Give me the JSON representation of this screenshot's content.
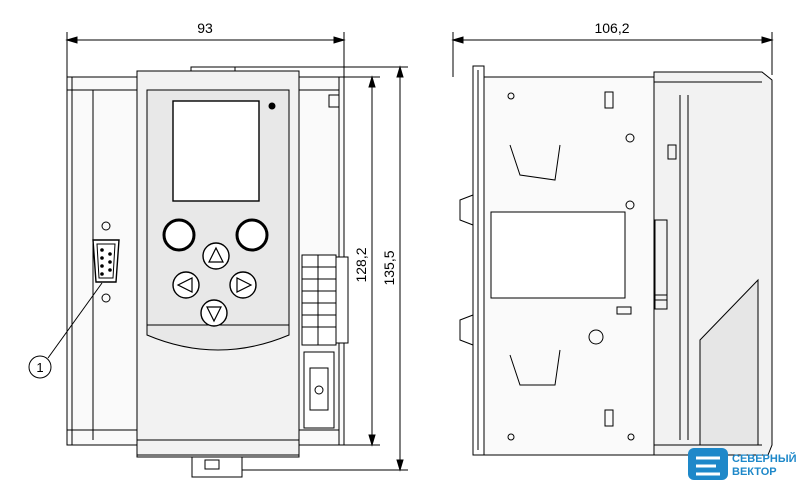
{
  "dimensions": {
    "width_front": "93",
    "width_side": "106,2",
    "height_inner": "128,2",
    "height_outer": "135,5"
  },
  "callouts": [
    {
      "label": "1"
    }
  ],
  "logo": {
    "line1": "СЕВЕРНЫЙ",
    "line2": "ВЕКТОР",
    "color": "#1e88c9"
  },
  "colors": {
    "line": "#000000",
    "device_fill": "#f2f2f2",
    "panel_fill": "#e6e6e6",
    "screen_fill": "#ffffff"
  }
}
